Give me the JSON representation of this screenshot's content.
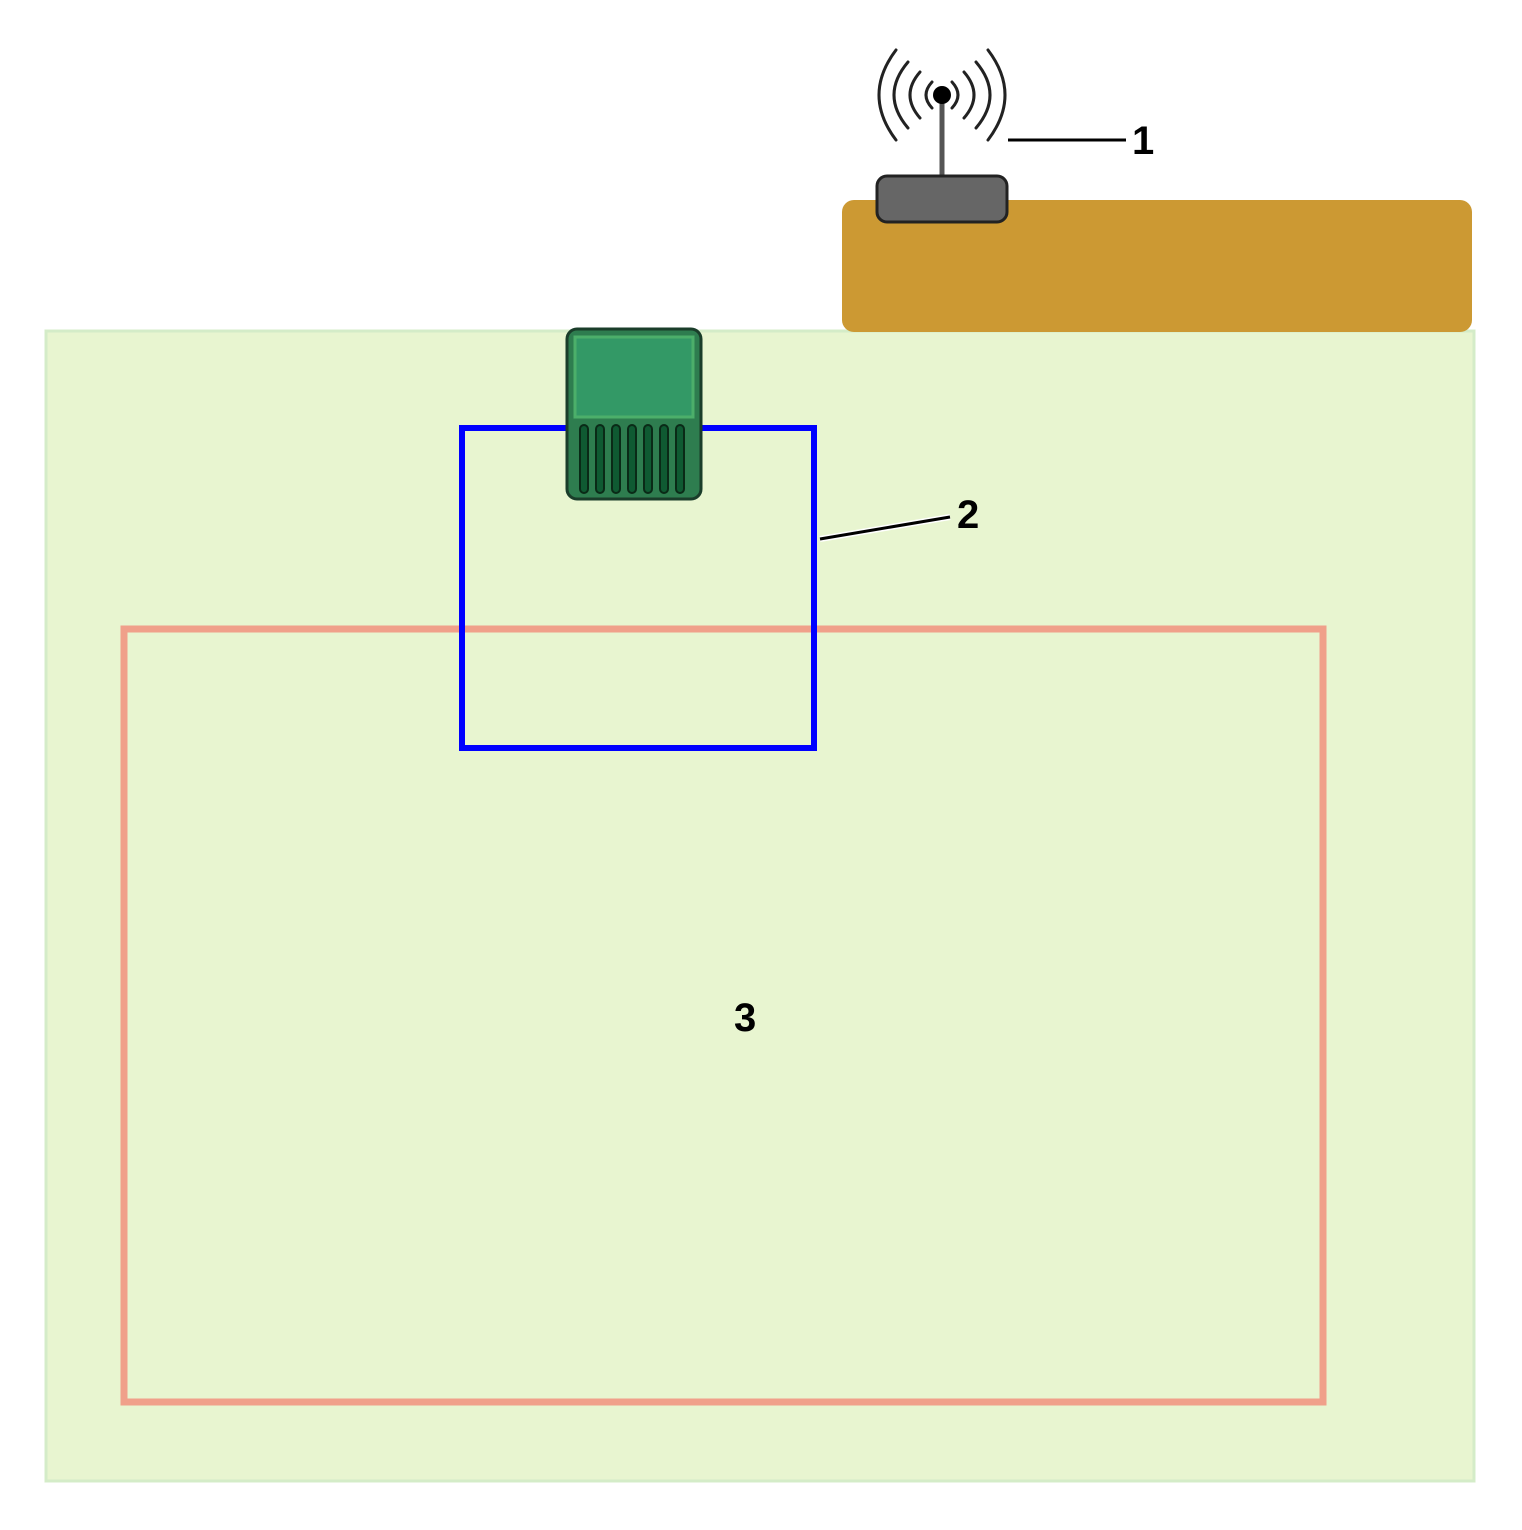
{
  "labels": {
    "antenna": "1",
    "inner_boundary": "2",
    "outer_area": "3"
  },
  "icons": {
    "antenna": "antenna-signal-icon",
    "mower": "robotic-mower-icon"
  },
  "colors": {
    "lawn": "#e8f5d0",
    "lawn_border": "#d4ecc8",
    "shelf": "#cc9933",
    "receiver_body": "#666666",
    "mower_body": "#2e7d4f",
    "mower_top": "#339966",
    "mower_accent": "#4caf6a",
    "inner_boundary": "#0000ff",
    "outer_boundary": "#f0a08a",
    "leader_line": "#000000"
  }
}
